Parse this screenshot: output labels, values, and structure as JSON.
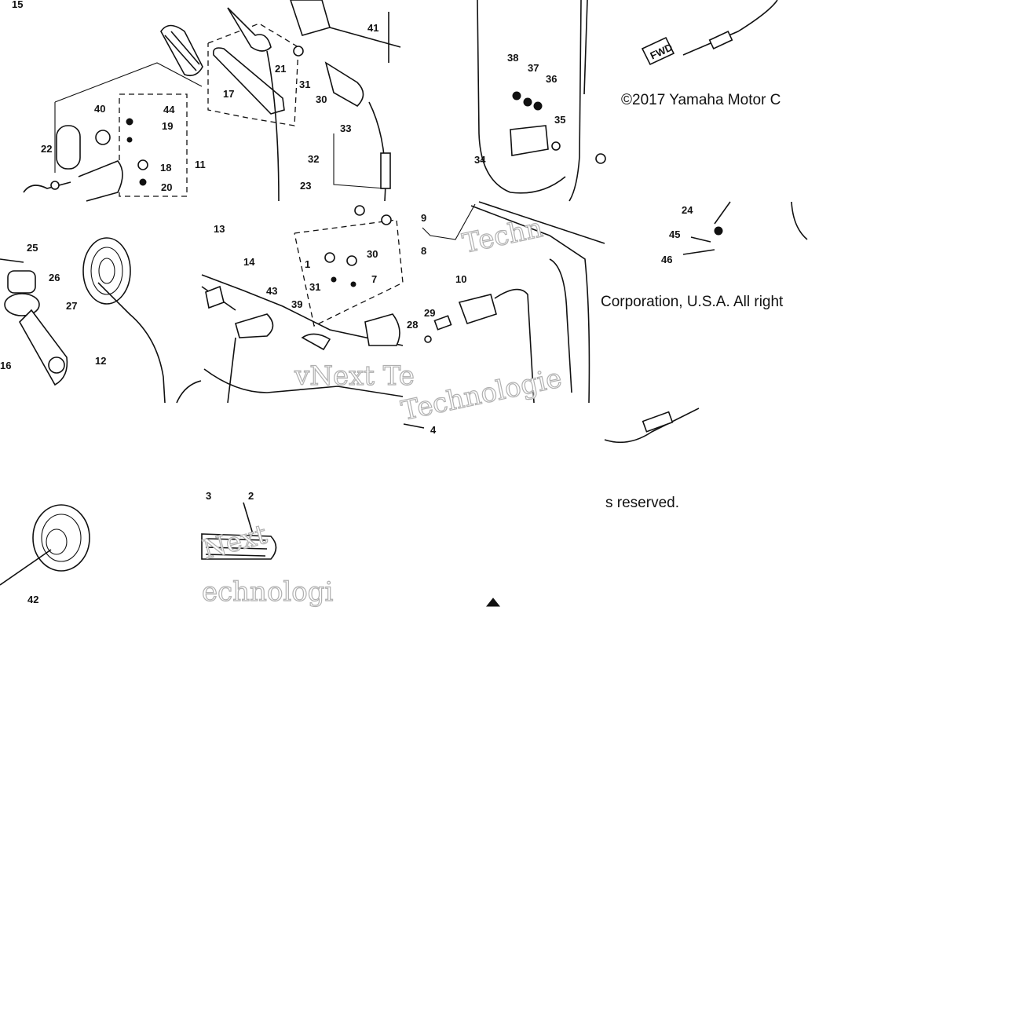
{
  "diagram": {
    "copyright_lines": [
      "©2017 Yamaha Motor C",
      "Corporation, U.S.A. All right",
      "s reserved."
    ],
    "watermarks": [
      "Techn",
      "vNext Te",
      "Technologie",
      "Next",
      "echnologi"
    ],
    "fwd_tag": "FWD",
    "callouts": [
      "15",
      "41",
      "21",
      "31",
      "30",
      "17",
      "33",
      "32",
      "23",
      "40",
      "44",
      "19",
      "22",
      "18",
      "20",
      "38",
      "37",
      "36",
      "35",
      "34",
      "25",
      "26",
      "27",
      "12",
      "13",
      "14",
      "43",
      "39",
      "1",
      "30",
      "31",
      "7",
      "9",
      "8",
      "10",
      "29",
      "28",
      "24",
      "45",
      "46",
      "4",
      "42",
      "3",
      "2",
      "16",
      "11"
    ]
  }
}
